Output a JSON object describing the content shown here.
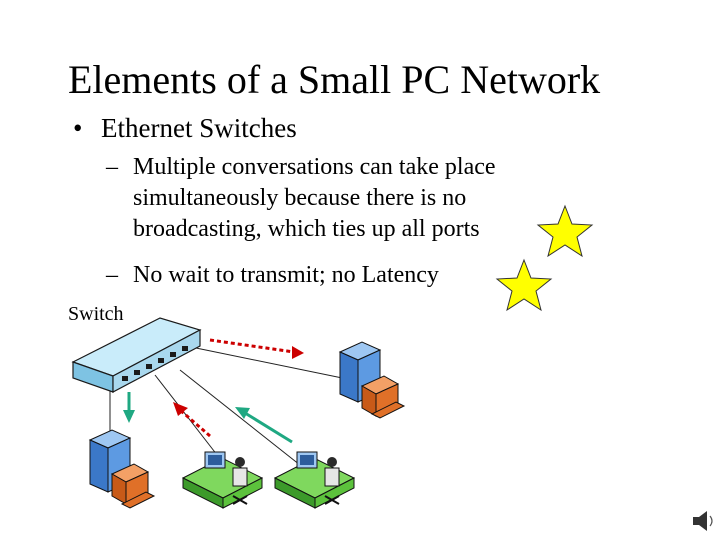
{
  "slide": {
    "title": "Elements of a Small PC Network",
    "bullet": "Ethernet Switches",
    "subbullets": [
      {
        "dash": "–",
        "lines": [
          "Multiple conversations can take place",
          "simultaneously because there is no",
          "broadcasting, which ties up all ports"
        ]
      },
      {
        "dash": "–",
        "lines": [
          "No wait to transmit; no Latency"
        ]
      }
    ],
    "bullet_symbol": "•",
    "switch_label": "Switch"
  },
  "colors": {
    "star": "#ffff00",
    "red_arrow": "#cc0000",
    "teal_arrow": "#1fa882",
    "switch_body": "#a9d8ee",
    "pc_tower": "#4e8fdc",
    "monitor": "#e07028",
    "desk": "#5cc23c"
  },
  "icons": [
    "star-icon",
    "switch-icon",
    "server-pc-icon",
    "workstation-icon",
    "speaker-icon"
  ]
}
